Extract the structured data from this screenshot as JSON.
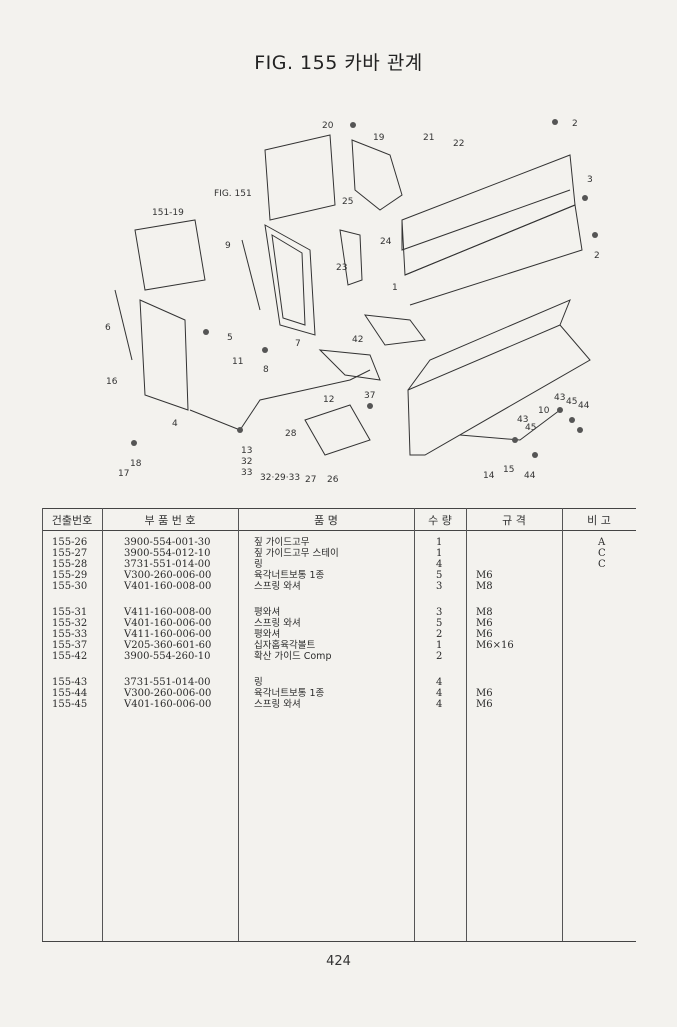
{
  "figure": {
    "title": "FIG. 155 카바 관계",
    "ref_label": "FIG. 151",
    "callouts": [
      "20",
      "19",
      "21",
      "22",
      "2",
      "3",
      "2",
      "1",
      "151-19",
      "9",
      "25",
      "24",
      "23",
      "6",
      "5",
      "11",
      "7",
      "42",
      "16",
      "4",
      "12",
      "37",
      "43",
      "45",
      "44",
      "43",
      "45",
      "10",
      "28",
      "13",
      "32",
      "33",
      "32·29·33",
      "27",
      "26",
      "18",
      "17",
      "14",
      "15",
      "44",
      "8"
    ]
  },
  "table": {
    "headers": [
      "건출번호",
      "부 품 번 호",
      "품 명",
      "수 량",
      "규 격",
      "비 고"
    ],
    "rows": [
      {
        "code": "155-26",
        "part": "3900-554-001-30",
        "name": "짚 가이드고무",
        "qty": "1",
        "spec": "",
        "note": "A"
      },
      {
        "code": "155-27",
        "part": "3900-554-012-10",
        "name": "짚 가이드고무 스테이",
        "qty": "1",
        "spec": "",
        "note": "C"
      },
      {
        "code": "155-28",
        "part": "3731-551-014-00",
        "name": "링",
        "qty": "4",
        "spec": "",
        "note": "C"
      },
      {
        "code": "155-29",
        "part": "V300-260-006-00",
        "name": "육각너트보통 1종",
        "qty": "5",
        "spec": "M6",
        "note": ""
      },
      {
        "code": "155-30",
        "part": "V401-160-008-00",
        "name": "스프링 와셔",
        "qty": "3",
        "spec": "M8",
        "note": ""
      },
      {
        "code": "155-31",
        "part": "V411-160-008-00",
        "name": "평와셔",
        "qty": "3",
        "spec": "M8",
        "note": ""
      },
      {
        "code": "155-32",
        "part": "V401-160-006-00",
        "name": "스프링 와셔",
        "qty": "5",
        "spec": "M6",
        "note": ""
      },
      {
        "code": "155-33",
        "part": "V411-160-006-00",
        "name": "평와셔",
        "qty": "2",
        "spec": "M6",
        "note": ""
      },
      {
        "code": "155-37",
        "part": "V205-360-601-60",
        "name": "십자홈육각볼트",
        "qty": "1",
        "spec": "M6×16",
        "note": ""
      },
      {
        "code": "155-42",
        "part": "3900-554-260-10",
        "name": "확산 가이드 Comp",
        "qty": "2",
        "spec": "",
        "note": ""
      },
      {
        "code": "155-43",
        "part": "3731-551-014-00",
        "name": "링",
        "qty": "4",
        "spec": "",
        "note": ""
      },
      {
        "code": "155-44",
        "part": "V300-260-006-00",
        "name": "육각너트보통 1종",
        "qty": "4",
        "spec": "M6",
        "note": ""
      },
      {
        "code": "155-45",
        "part": "V401-160-006-00",
        "name": "스프링 와셔",
        "qty": "4",
        "spec": "M6",
        "note": ""
      }
    ]
  },
  "page_number": "424"
}
